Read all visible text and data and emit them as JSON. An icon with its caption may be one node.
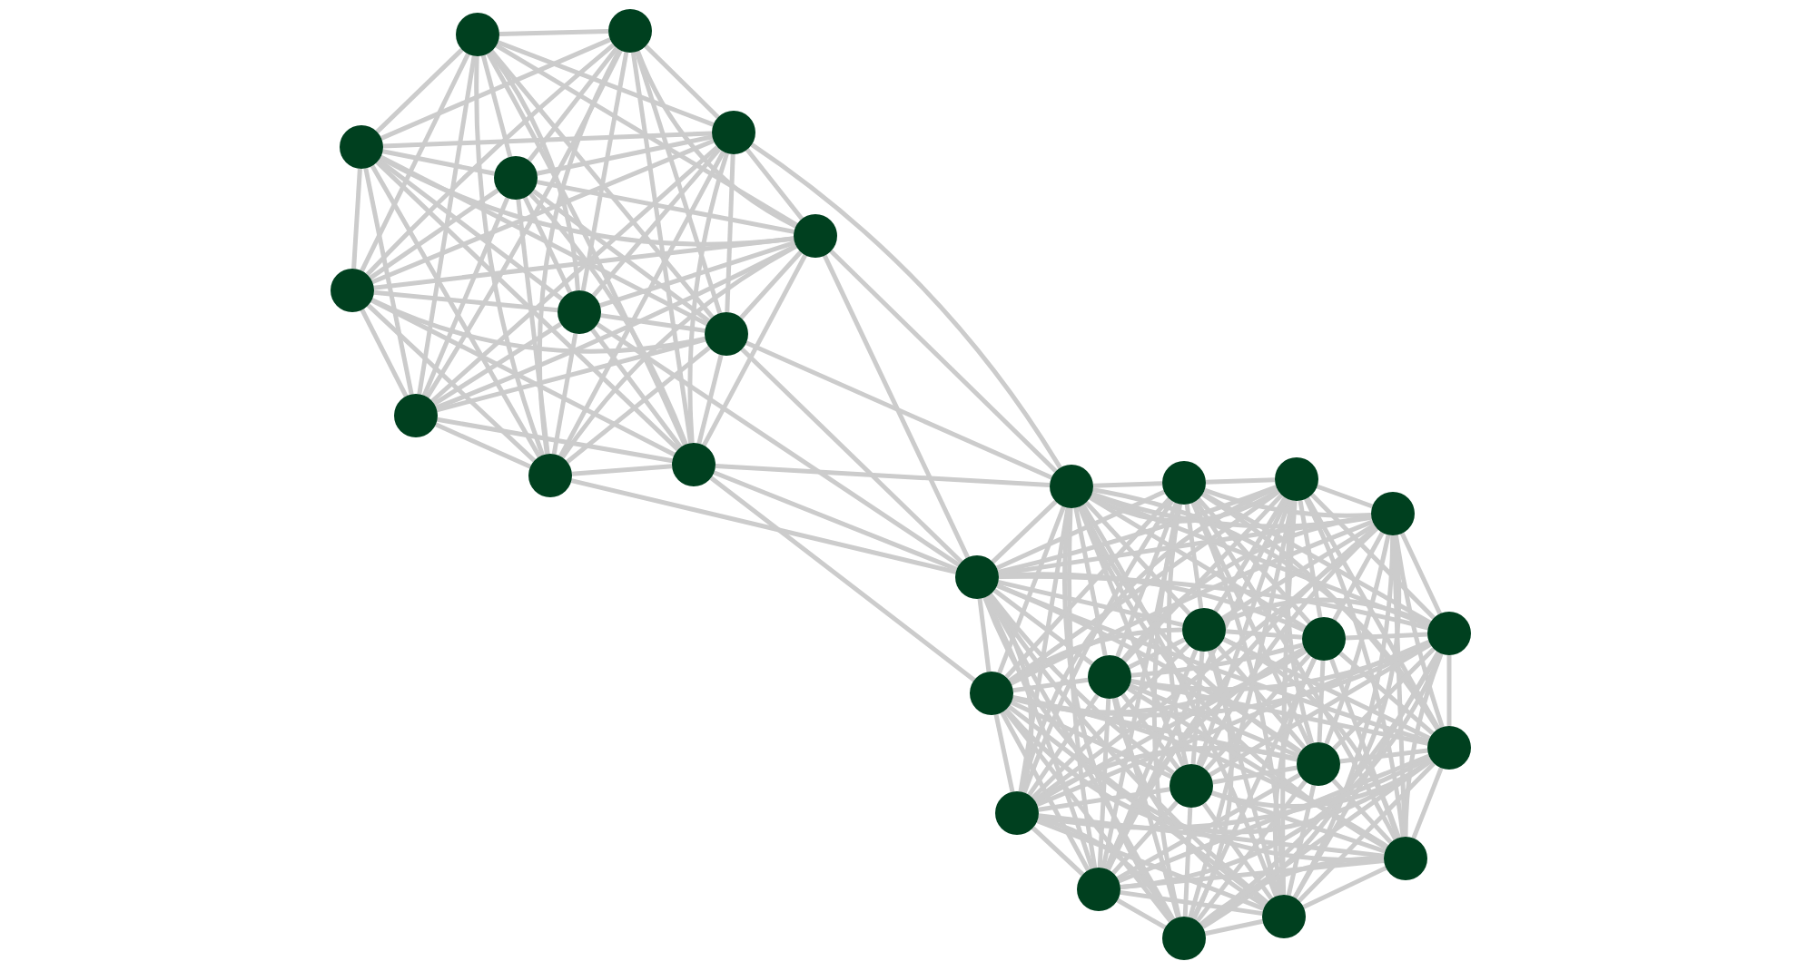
{
  "diagram": {
    "nodes": [
      {
        "text": [],
        "shape": "circle"
      },
      {
        "text": [],
        "shape": "circle"
      },
      {
        "text": [],
        "shape": "circle"
      },
      {
        "text": [],
        "shape": "circle"
      },
      {
        "text": [],
        "shape": "circle"
      },
      {
        "text": [],
        "shape": "circle"
      },
      {
        "text": [],
        "shape": "circle"
      },
      {
        "text": [],
        "shape": "circle"
      },
      {
        "text": [],
        "shape": "circle"
      },
      {
        "text": [],
        "shape": "circle"
      },
      {
        "text": [],
        "shape": "circle"
      },
      {
        "text": [],
        "shape": "circle"
      },
      {
        "text": [],
        "shape": "circle"
      },
      {
        "text": [],
        "shape": "circle"
      },
      {
        "text": [],
        "shape": "circle"
      },
      {
        "text": [],
        "shape": "circle"
      },
      {
        "text": [],
        "shape": "circle"
      },
      {
        "text": [],
        "shape": "circle"
      },
      {
        "text": [],
        "shape": "circle"
      },
      {
        "text": [],
        "shape": "circle"
      },
      {
        "text": [],
        "shape": "circle"
      },
      {
        "text": [],
        "shape": "circle"
      },
      {
        "text": [],
        "shape": "circle"
      },
      {
        "text": [],
        "shape": "circle"
      },
      {
        "text": [],
        "shape": "circle"
      },
      {
        "text": [],
        "shape": "circle"
      },
      {
        "text": [],
        "shape": "circle"
      },
      {
        "text": [],
        "shape": "circle"
      },
      {
        "text": [],
        "shape": "circle"
      },
      {
        "text": [],
        "shape": "circle"
      }
    ],
    "edges": [
      {
        "from": 0,
        "to": 1,
        "arrow": "none"
      },
      {
        "from": 0,
        "to": 2,
        "arrow": "none"
      },
      {
        "from": 0,
        "to": 3,
        "arrow": "none"
      },
      {
        "from": 0,
        "to": 4,
        "arrow": "none"
      },
      {
        "from": 0,
        "to": 5,
        "arrow": "none"
      },
      {
        "from": 0,
        "to": 6,
        "arrow": "none"
      },
      {
        "from": 0,
        "to": 7,
        "arrow": "none"
      },
      {
        "from": 0,
        "to": 8,
        "arrow": "none"
      },
      {
        "from": 0,
        "to": 9,
        "arrow": "none"
      },
      {
        "from": 0,
        "to": 10,
        "arrow": "none"
      },
      {
        "from": 0,
        "to": 11,
        "arrow": "none"
      },
      {
        "from": 1,
        "to": 2,
        "arrow": "none"
      },
      {
        "from": 1,
        "to": 3,
        "arrow": "none"
      },
      {
        "from": 1,
        "to": 4,
        "arrow": "none"
      },
      {
        "from": 1,
        "to": 5,
        "arrow": "none"
      },
      {
        "from": 1,
        "to": 6,
        "arrow": "none"
      },
      {
        "from": 1,
        "to": 7,
        "arrow": "none"
      },
      {
        "from": 1,
        "to": 8,
        "arrow": "none"
      },
      {
        "from": 1,
        "to": 9,
        "arrow": "none"
      },
      {
        "from": 1,
        "to": 10,
        "arrow": "none"
      },
      {
        "from": 1,
        "to": 11,
        "arrow": "none"
      },
      {
        "from": 2,
        "to": 3,
        "arrow": "none"
      },
      {
        "from": 2,
        "to": 4,
        "arrow": "none"
      },
      {
        "from": 2,
        "to": 5,
        "arrow": "none"
      },
      {
        "from": 2,
        "to": 6,
        "arrow": "none"
      },
      {
        "from": 2,
        "to": 7,
        "arrow": "none"
      },
      {
        "from": 2,
        "to": 8,
        "arrow": "none"
      },
      {
        "from": 2,
        "to": 9,
        "arrow": "none"
      },
      {
        "from": 2,
        "to": 10,
        "arrow": "none"
      },
      {
        "from": 2,
        "to": 11,
        "arrow": "none"
      },
      {
        "from": 3,
        "to": 4,
        "arrow": "none"
      },
      {
        "from": 3,
        "to": 5,
        "arrow": "none"
      },
      {
        "from": 3,
        "to": 6,
        "arrow": "none"
      },
      {
        "from": 3,
        "to": 7,
        "arrow": "none"
      },
      {
        "from": 3,
        "to": 8,
        "arrow": "none"
      },
      {
        "from": 3,
        "to": 9,
        "arrow": "none"
      },
      {
        "from": 3,
        "to": 10,
        "arrow": "none"
      },
      {
        "from": 3,
        "to": 11,
        "arrow": "none"
      },
      {
        "from": 4,
        "to": 5,
        "arrow": "none"
      },
      {
        "from": 4,
        "to": 6,
        "arrow": "none"
      },
      {
        "from": 4,
        "to": 7,
        "arrow": "none"
      },
      {
        "from": 4,
        "to": 8,
        "arrow": "none"
      },
      {
        "from": 4,
        "to": 9,
        "arrow": "none"
      },
      {
        "from": 4,
        "to": 10,
        "arrow": "none"
      },
      {
        "from": 4,
        "to": 11,
        "arrow": "none"
      },
      {
        "from": 5,
        "to": 6,
        "arrow": "none"
      },
      {
        "from": 5,
        "to": 7,
        "arrow": "none"
      },
      {
        "from": 5,
        "to": 8,
        "arrow": "none"
      },
      {
        "from": 5,
        "to": 9,
        "arrow": "none"
      },
      {
        "from": 5,
        "to": 10,
        "arrow": "none"
      },
      {
        "from": 5,
        "to": 11,
        "arrow": "none"
      },
      {
        "from": 6,
        "to": 7,
        "arrow": "none"
      },
      {
        "from": 6,
        "to": 8,
        "arrow": "none"
      },
      {
        "from": 6,
        "to": 9,
        "arrow": "none"
      },
      {
        "from": 6,
        "to": 10,
        "arrow": "none"
      },
      {
        "from": 6,
        "to": 11,
        "arrow": "none"
      },
      {
        "from": 7,
        "to": 8,
        "arrow": "none"
      },
      {
        "from": 7,
        "to": 9,
        "arrow": "none"
      },
      {
        "from": 7,
        "to": 10,
        "arrow": "none"
      },
      {
        "from": 7,
        "to": 11,
        "arrow": "none"
      },
      {
        "from": 8,
        "to": 9,
        "arrow": "none"
      },
      {
        "from": 8,
        "to": 10,
        "arrow": "none"
      },
      {
        "from": 8,
        "to": 11,
        "arrow": "none"
      },
      {
        "from": 9,
        "to": 10,
        "arrow": "none"
      },
      {
        "from": 9,
        "to": 11,
        "arrow": "none"
      },
      {
        "from": 10,
        "to": 11,
        "arrow": "none"
      },
      {
        "from": 4,
        "to": 12,
        "arrow": "none"
      },
      {
        "from": 5,
        "to": 12,
        "arrow": "none"
      },
      {
        "from": 8,
        "to": 12,
        "arrow": "none"
      },
      {
        "from": 11,
        "to": 12,
        "arrow": "none"
      },
      {
        "from": 5,
        "to": 16,
        "arrow": "none"
      },
      {
        "from": 7,
        "to": 16,
        "arrow": "none"
      },
      {
        "from": 8,
        "to": 16,
        "arrow": "none"
      },
      {
        "from": 10,
        "to": 16,
        "arrow": "none"
      },
      {
        "from": 11,
        "to": 16,
        "arrow": "none"
      },
      {
        "from": 11,
        "to": 20,
        "arrow": "none"
      },
      {
        "from": 12,
        "to": 13,
        "arrow": "none"
      },
      {
        "from": 12,
        "to": 14,
        "arrow": "none"
      },
      {
        "from": 12,
        "to": 15,
        "arrow": "none"
      },
      {
        "from": 12,
        "to": 16,
        "arrow": "none"
      },
      {
        "from": 12,
        "to": 17,
        "arrow": "none"
      },
      {
        "from": 12,
        "to": 18,
        "arrow": "none"
      },
      {
        "from": 12,
        "to": 19,
        "arrow": "none"
      },
      {
        "from": 12,
        "to": 20,
        "arrow": "none"
      },
      {
        "from": 12,
        "to": 21,
        "arrow": "none"
      },
      {
        "from": 12,
        "to": 22,
        "arrow": "none"
      },
      {
        "from": 12,
        "to": 23,
        "arrow": "none"
      },
      {
        "from": 12,
        "to": 24,
        "arrow": "none"
      },
      {
        "from": 12,
        "to": 25,
        "arrow": "none"
      },
      {
        "from": 12,
        "to": 26,
        "arrow": "none"
      },
      {
        "from": 12,
        "to": 27,
        "arrow": "none"
      },
      {
        "from": 12,
        "to": 28,
        "arrow": "none"
      },
      {
        "from": 12,
        "to": 29,
        "arrow": "none"
      },
      {
        "from": 13,
        "to": 14,
        "arrow": "none"
      },
      {
        "from": 13,
        "to": 15,
        "arrow": "none"
      },
      {
        "from": 13,
        "to": 16,
        "arrow": "none"
      },
      {
        "from": 13,
        "to": 17,
        "arrow": "none"
      },
      {
        "from": 13,
        "to": 18,
        "arrow": "none"
      },
      {
        "from": 13,
        "to": 19,
        "arrow": "none"
      },
      {
        "from": 13,
        "to": 20,
        "arrow": "none"
      },
      {
        "from": 13,
        "to": 21,
        "arrow": "none"
      },
      {
        "from": 13,
        "to": 22,
        "arrow": "none"
      },
      {
        "from": 13,
        "to": 23,
        "arrow": "none"
      },
      {
        "from": 13,
        "to": 24,
        "arrow": "none"
      },
      {
        "from": 13,
        "to": 25,
        "arrow": "none"
      },
      {
        "from": 13,
        "to": 26,
        "arrow": "none"
      },
      {
        "from": 13,
        "to": 27,
        "arrow": "none"
      },
      {
        "from": 13,
        "to": 28,
        "arrow": "none"
      },
      {
        "from": 13,
        "to": 29,
        "arrow": "none"
      },
      {
        "from": 14,
        "to": 15,
        "arrow": "none"
      },
      {
        "from": 14,
        "to": 16,
        "arrow": "none"
      },
      {
        "from": 14,
        "to": 17,
        "arrow": "none"
      },
      {
        "from": 14,
        "to": 18,
        "arrow": "none"
      },
      {
        "from": 14,
        "to": 19,
        "arrow": "none"
      },
      {
        "from": 14,
        "to": 20,
        "arrow": "none"
      },
      {
        "from": 14,
        "to": 21,
        "arrow": "none"
      },
      {
        "from": 14,
        "to": 22,
        "arrow": "none"
      },
      {
        "from": 14,
        "to": 23,
        "arrow": "none"
      },
      {
        "from": 14,
        "to": 24,
        "arrow": "none"
      },
      {
        "from": 14,
        "to": 25,
        "arrow": "none"
      },
      {
        "from": 14,
        "to": 26,
        "arrow": "none"
      },
      {
        "from": 14,
        "to": 27,
        "arrow": "none"
      },
      {
        "from": 14,
        "to": 28,
        "arrow": "none"
      },
      {
        "from": 14,
        "to": 29,
        "arrow": "none"
      },
      {
        "from": 15,
        "to": 16,
        "arrow": "none"
      },
      {
        "from": 15,
        "to": 17,
        "arrow": "none"
      },
      {
        "from": 15,
        "to": 18,
        "arrow": "none"
      },
      {
        "from": 15,
        "to": 19,
        "arrow": "none"
      },
      {
        "from": 15,
        "to": 20,
        "arrow": "none"
      },
      {
        "from": 15,
        "to": 21,
        "arrow": "none"
      },
      {
        "from": 15,
        "to": 22,
        "arrow": "none"
      },
      {
        "from": 15,
        "to": 23,
        "arrow": "none"
      },
      {
        "from": 15,
        "to": 24,
        "arrow": "none"
      },
      {
        "from": 15,
        "to": 25,
        "arrow": "none"
      },
      {
        "from": 15,
        "to": 26,
        "arrow": "none"
      },
      {
        "from": 15,
        "to": 27,
        "arrow": "none"
      },
      {
        "from": 15,
        "to": 28,
        "arrow": "none"
      },
      {
        "from": 15,
        "to": 29,
        "arrow": "none"
      },
      {
        "from": 16,
        "to": 17,
        "arrow": "none"
      },
      {
        "from": 16,
        "to": 18,
        "arrow": "none"
      },
      {
        "from": 16,
        "to": 19,
        "arrow": "none"
      },
      {
        "from": 16,
        "to": 20,
        "arrow": "none"
      },
      {
        "from": 16,
        "to": 21,
        "arrow": "none"
      },
      {
        "from": 16,
        "to": 22,
        "arrow": "none"
      },
      {
        "from": 16,
        "to": 23,
        "arrow": "none"
      },
      {
        "from": 16,
        "to": 24,
        "arrow": "none"
      },
      {
        "from": 16,
        "to": 25,
        "arrow": "none"
      },
      {
        "from": 16,
        "to": 26,
        "arrow": "none"
      },
      {
        "from": 16,
        "to": 27,
        "arrow": "none"
      },
      {
        "from": 16,
        "to": 28,
        "arrow": "none"
      },
      {
        "from": 16,
        "to": 29,
        "arrow": "none"
      },
      {
        "from": 17,
        "to": 18,
        "arrow": "none"
      },
      {
        "from": 17,
        "to": 19,
        "arrow": "none"
      },
      {
        "from": 17,
        "to": 20,
        "arrow": "none"
      },
      {
        "from": 17,
        "to": 21,
        "arrow": "none"
      },
      {
        "from": 17,
        "to": 22,
        "arrow": "none"
      },
      {
        "from": 17,
        "to": 23,
        "arrow": "none"
      },
      {
        "from": 17,
        "to": 24,
        "arrow": "none"
      },
      {
        "from": 17,
        "to": 25,
        "arrow": "none"
      },
      {
        "from": 17,
        "to": 26,
        "arrow": "none"
      },
      {
        "from": 17,
        "to": 27,
        "arrow": "none"
      },
      {
        "from": 17,
        "to": 28,
        "arrow": "none"
      },
      {
        "from": 17,
        "to": 29,
        "arrow": "none"
      },
      {
        "from": 18,
        "to": 19,
        "arrow": "none"
      },
      {
        "from": 18,
        "to": 20,
        "arrow": "none"
      },
      {
        "from": 18,
        "to": 21,
        "arrow": "none"
      },
      {
        "from": 18,
        "to": 22,
        "arrow": "none"
      },
      {
        "from": 18,
        "to": 23,
        "arrow": "none"
      },
      {
        "from": 18,
        "to": 24,
        "arrow": "none"
      },
      {
        "from": 18,
        "to": 25,
        "arrow": "none"
      },
      {
        "from": 18,
        "to": 26,
        "arrow": "none"
      },
      {
        "from": 18,
        "to": 27,
        "arrow": "none"
      },
      {
        "from": 18,
        "to": 28,
        "arrow": "none"
      },
      {
        "from": 18,
        "to": 29,
        "arrow": "none"
      },
      {
        "from": 19,
        "to": 20,
        "arrow": "none"
      },
      {
        "from": 19,
        "to": 21,
        "arrow": "none"
      },
      {
        "from": 19,
        "to": 22,
        "arrow": "none"
      },
      {
        "from": 19,
        "to": 23,
        "arrow": "none"
      },
      {
        "from": 19,
        "to": 24,
        "arrow": "none"
      },
      {
        "from": 19,
        "to": 25,
        "arrow": "none"
      },
      {
        "from": 19,
        "to": 26,
        "arrow": "none"
      },
      {
        "from": 19,
        "to": 27,
        "arrow": "none"
      },
      {
        "from": 19,
        "to": 28,
        "arrow": "none"
      },
      {
        "from": 19,
        "to": 29,
        "arrow": "none"
      },
      {
        "from": 20,
        "to": 21,
        "arrow": "none"
      },
      {
        "from": 20,
        "to": 22,
        "arrow": "none"
      },
      {
        "from": 20,
        "to": 23,
        "arrow": "none"
      },
      {
        "from": 20,
        "to": 24,
        "arrow": "none"
      },
      {
        "from": 20,
        "to": 25,
        "arrow": "none"
      },
      {
        "from": 20,
        "to": 26,
        "arrow": "none"
      },
      {
        "from": 20,
        "to": 27,
        "arrow": "none"
      },
      {
        "from": 20,
        "to": 28,
        "arrow": "none"
      },
      {
        "from": 20,
        "to": 29,
        "arrow": "none"
      },
      {
        "from": 21,
        "to": 22,
        "arrow": "none"
      },
      {
        "from": 21,
        "to": 23,
        "arrow": "none"
      },
      {
        "from": 21,
        "to": 24,
        "arrow": "none"
      },
      {
        "from": 21,
        "to": 25,
        "arrow": "none"
      },
      {
        "from": 21,
        "to": 26,
        "arrow": "none"
      },
      {
        "from": 21,
        "to": 27,
        "arrow": "none"
      },
      {
        "from": 21,
        "to": 28,
        "arrow": "none"
      },
      {
        "from": 21,
        "to": 29,
        "arrow": "none"
      },
      {
        "from": 22,
        "to": 23,
        "arrow": "none"
      },
      {
        "from": 22,
        "to": 24,
        "arrow": "none"
      },
      {
        "from": 22,
        "to": 25,
        "arrow": "none"
      },
      {
        "from": 22,
        "to": 26,
        "arrow": "none"
      },
      {
        "from": 22,
        "to": 27,
        "arrow": "none"
      },
      {
        "from": 22,
        "to": 28,
        "arrow": "none"
      },
      {
        "from": 22,
        "to": 29,
        "arrow": "none"
      },
      {
        "from": 23,
        "to": 24,
        "arrow": "none"
      },
      {
        "from": 23,
        "to": 25,
        "arrow": "none"
      },
      {
        "from": 23,
        "to": 26,
        "arrow": "none"
      },
      {
        "from": 23,
        "to": 27,
        "arrow": "none"
      },
      {
        "from": 23,
        "to": 28,
        "arrow": "none"
      },
      {
        "from": 23,
        "to": 29,
        "arrow": "none"
      },
      {
        "from": 24,
        "to": 25,
        "arrow": "none"
      },
      {
        "from": 24,
        "to": 26,
        "arrow": "none"
      },
      {
        "from": 24,
        "to": 27,
        "arrow": "none"
      },
      {
        "from": 24,
        "to": 28,
        "arrow": "none"
      },
      {
        "from": 24,
        "to": 29,
        "arrow": "none"
      },
      {
        "from": 25,
        "to": 26,
        "arrow": "none"
      },
      {
        "from": 25,
        "to": 27,
        "arrow": "none"
      },
      {
        "from": 25,
        "to": 28,
        "arrow": "none"
      },
      {
        "from": 25,
        "to": 29,
        "arrow": "none"
      },
      {
        "from": 26,
        "to": 27,
        "arrow": "none"
      },
      {
        "from": 26,
        "to": 28,
        "arrow": "none"
      },
      {
        "from": 26,
        "to": 29,
        "arrow": "none"
      },
      {
        "from": 27,
        "to": 28,
        "arrow": "none"
      },
      {
        "from": 27,
        "to": 29,
        "arrow": "none"
      },
      {
        "from": 28,
        "to": 29,
        "arrow": "none"
      }
    ]
  }
}
